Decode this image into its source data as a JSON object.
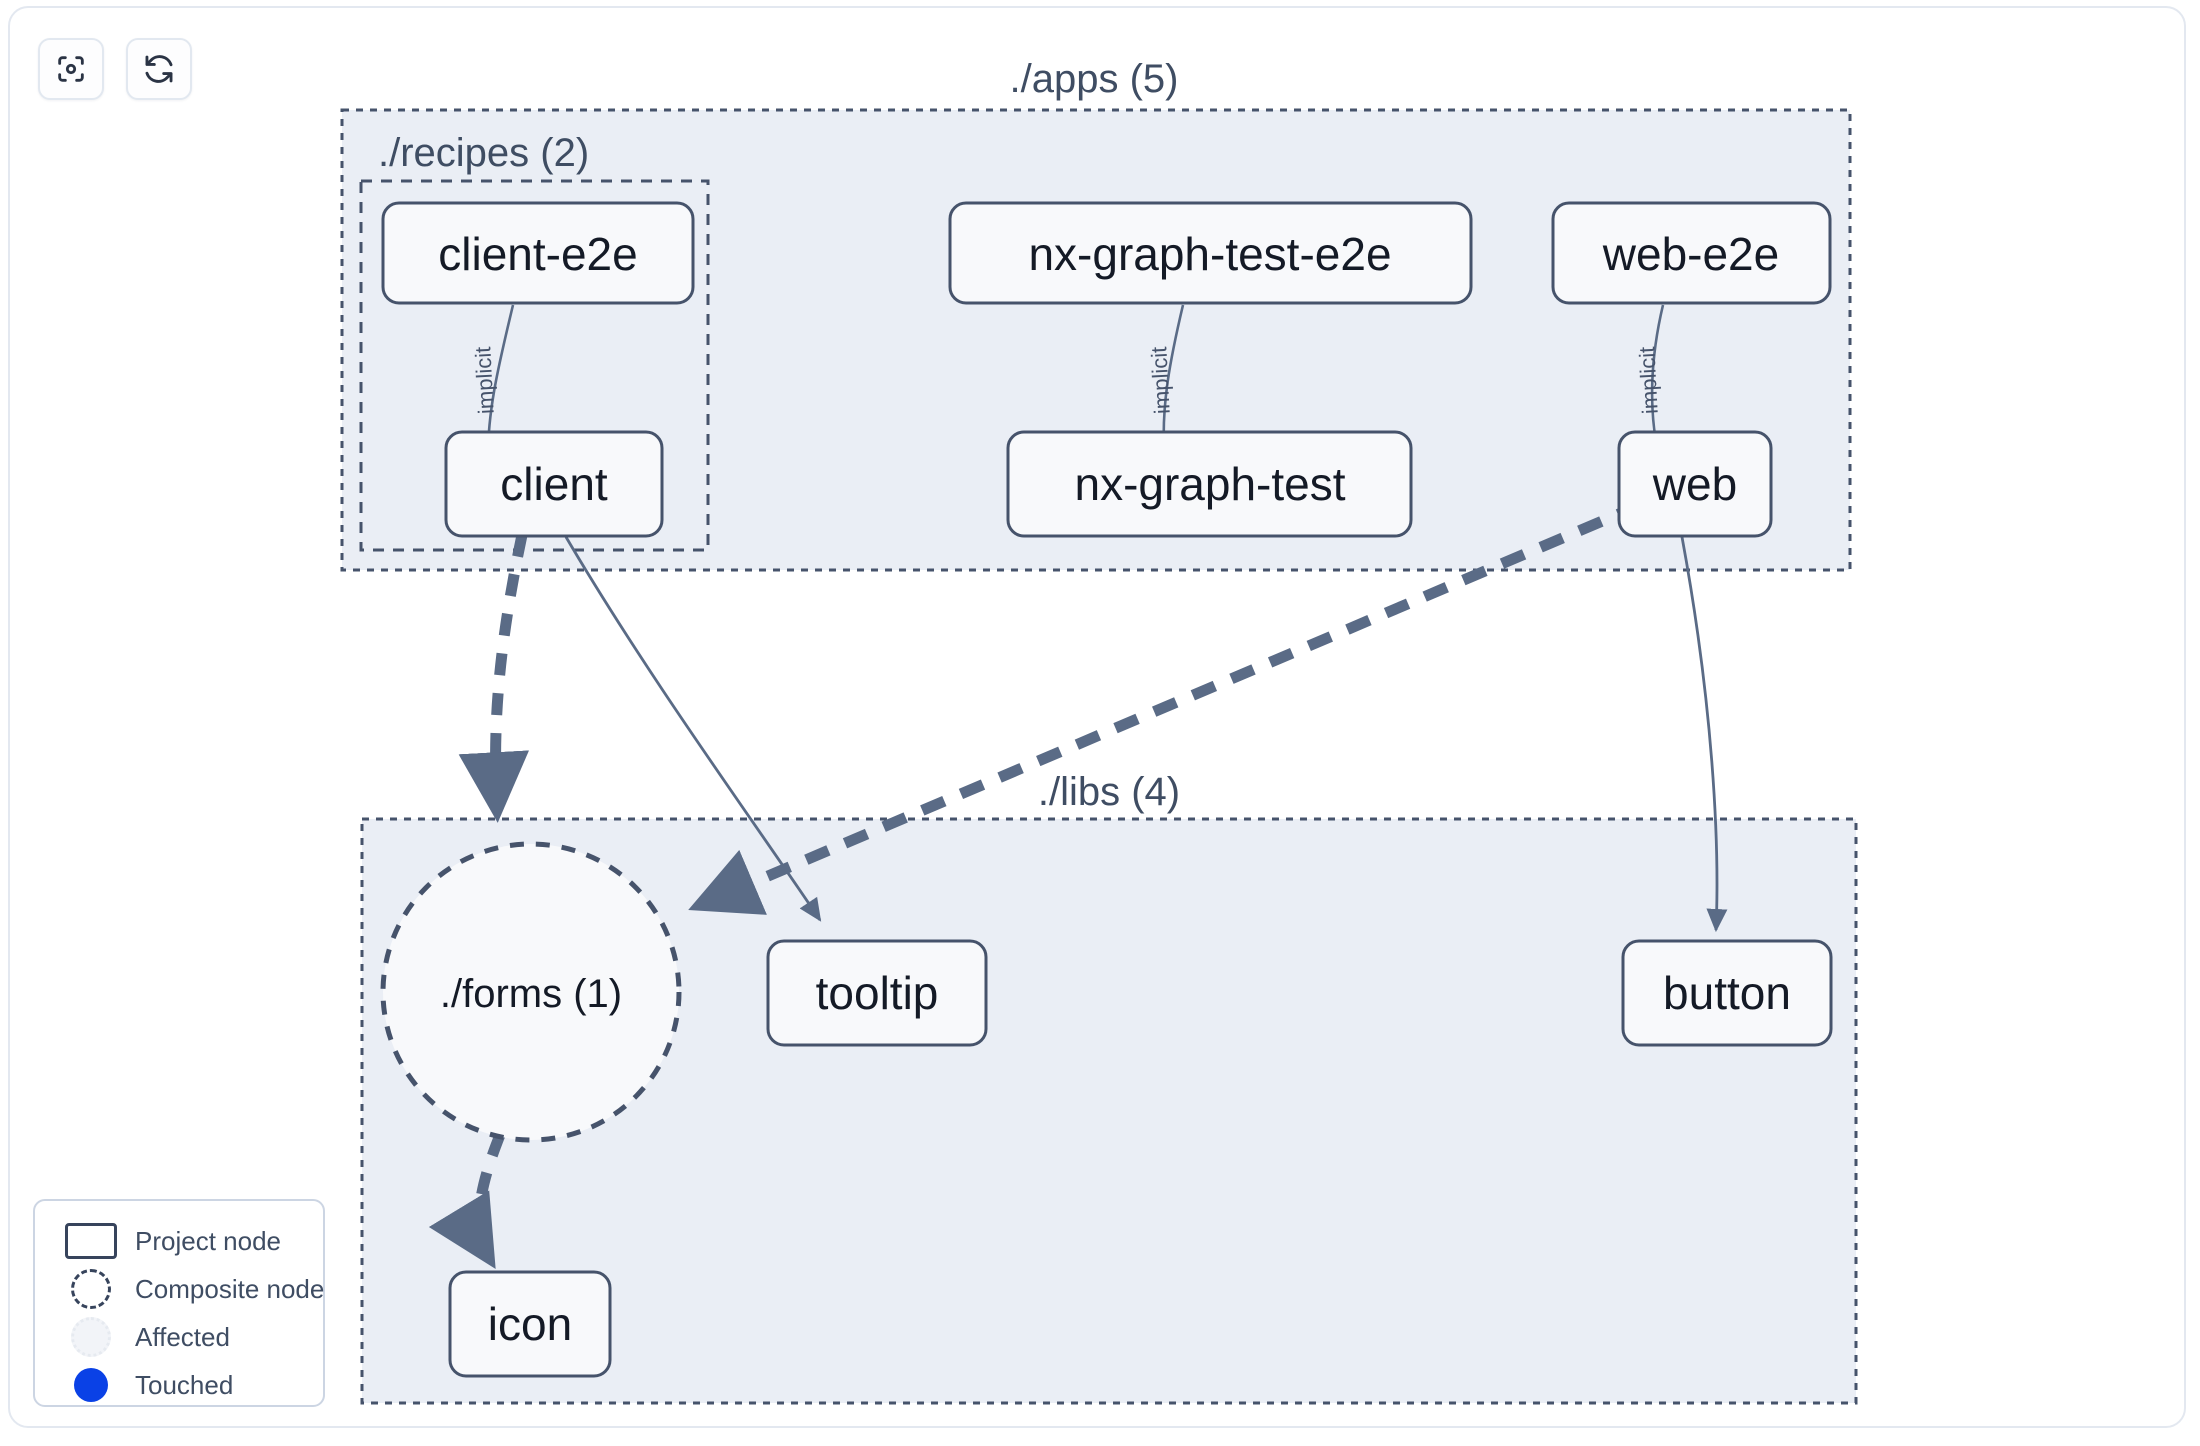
{
  "toolbar": {
    "buttons": [
      {
        "name": "focus-graph-button",
        "icon": "focus-target-icon",
        "label": ""
      },
      {
        "name": "refresh-graph-button",
        "icon": "refresh-icon",
        "label": ""
      }
    ]
  },
  "groups": [
    {
      "id": "apps",
      "label": "./apps (5)"
    },
    {
      "id": "recipes",
      "label": "./recipes (2)"
    },
    {
      "id": "libs",
      "label": "./libs (4)"
    }
  ],
  "nodes": [
    {
      "id": "client-e2e",
      "label": "client-e2e",
      "type": "project",
      "group": "recipes"
    },
    {
      "id": "nx-graph-test-e2e",
      "label": "nx-graph-test-e2e",
      "type": "project",
      "group": "apps"
    },
    {
      "id": "web-e2e",
      "label": "web-e2e",
      "type": "project",
      "group": "apps"
    },
    {
      "id": "client",
      "label": "client",
      "type": "project",
      "group": "recipes"
    },
    {
      "id": "nx-graph-test",
      "label": "nx-graph-test",
      "type": "project",
      "group": "apps"
    },
    {
      "id": "web",
      "label": "web",
      "type": "project",
      "group": "apps"
    },
    {
      "id": "forms",
      "label": "./forms (1)",
      "type": "composite",
      "group": "libs"
    },
    {
      "id": "tooltip",
      "label": "tooltip",
      "type": "project",
      "group": "libs"
    },
    {
      "id": "button",
      "label": "button",
      "type": "project",
      "group": "libs"
    },
    {
      "id": "icon",
      "label": "icon",
      "type": "project",
      "group": "libs"
    }
  ],
  "edges": [
    {
      "from": "client-e2e",
      "to": "client",
      "label": "implicit",
      "style": "solid"
    },
    {
      "from": "nx-graph-test-e2e",
      "to": "nx-graph-test",
      "label": "implicit",
      "style": "solid"
    },
    {
      "from": "web-e2e",
      "to": "web",
      "label": "implicit",
      "style": "solid"
    },
    {
      "from": "client",
      "to": "forms",
      "label": "",
      "style": "dashed"
    },
    {
      "from": "client",
      "to": "tooltip",
      "label": "",
      "style": "solid"
    },
    {
      "from": "web",
      "to": "forms",
      "label": "",
      "style": "dashed"
    },
    {
      "from": "web",
      "to": "button",
      "label": "",
      "style": "solid"
    },
    {
      "from": "forms",
      "to": "icon",
      "label": "",
      "style": "dashed"
    }
  ],
  "legend": {
    "items": [
      {
        "swatch": "project-node-swatch",
        "label": "Project node"
      },
      {
        "swatch": "composite-node-swatch",
        "label": "Composite node"
      },
      {
        "swatch": "affected-swatch",
        "label": "Affected"
      },
      {
        "swatch": "touched-swatch",
        "label": "Touched"
      }
    ]
  },
  "colors": {
    "group_fill": "#eaeef5",
    "group_stroke": "#46536b",
    "node_fill": "#f8f9fb",
    "node_stroke": "#46536b",
    "node_text": "#141a26",
    "edge": "#5a6b86",
    "touched": "#0a41e6",
    "page_bg": "#ffffff"
  }
}
